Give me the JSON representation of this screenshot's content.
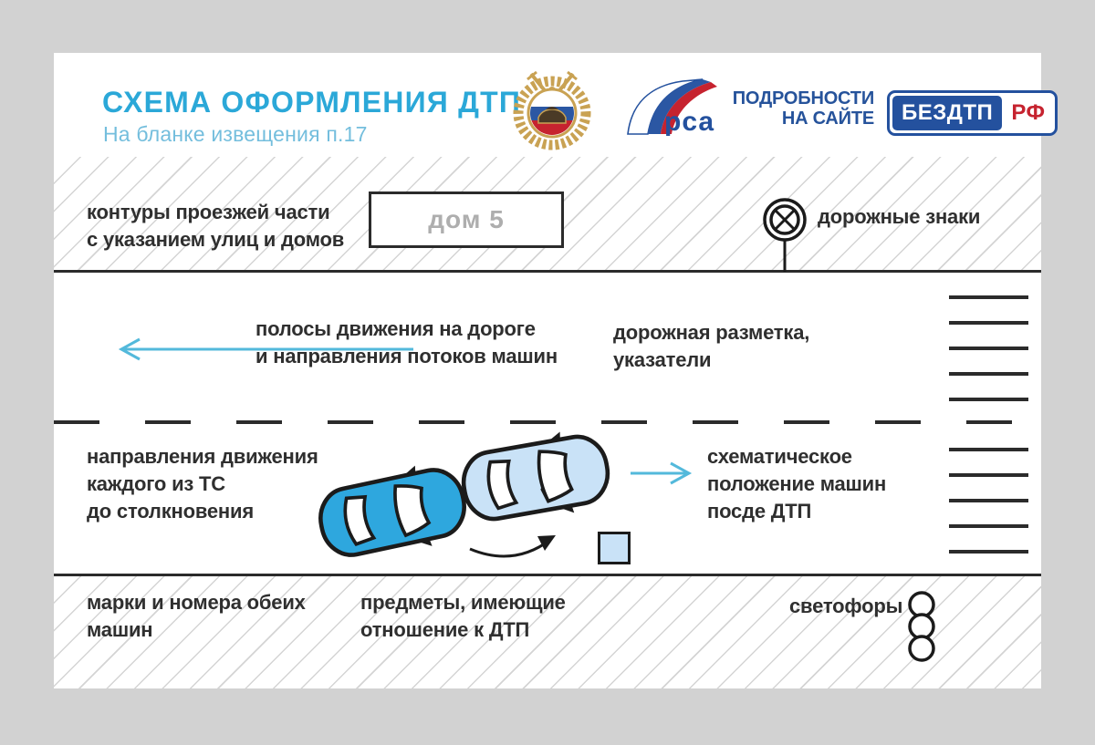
{
  "header": {
    "title": "СХЕМА ОФОРМЛЕНИЯ ДТП",
    "subtitle": "На бланке извещения п.17",
    "details_lines": [
      "ПОДРОБНОСТИ",
      "НА САЙТЕ"
    ],
    "badge": {
      "name": "БЕЗДТП",
      "suffix": "РФ"
    },
    "rsa_text": "рса"
  },
  "annotations": {
    "contours": [
      "контуры проезжей части",
      "с указанием улиц и домов"
    ],
    "house": "дом 5",
    "signs": "дорожные знаки",
    "lanes": [
      "полосы движения на дороге",
      "и направления потоков машин"
    ],
    "markings": [
      "дорожная разметка,",
      "указатели"
    ],
    "directions": [
      "направления движения",
      "каждого из ТС",
      "до столкновения"
    ],
    "position": [
      "схематическое",
      "положение машин",
      "посде ДТП"
    ],
    "brands": [
      "марки и номера обеих",
      "машин"
    ],
    "objects": [
      "предметы, имеющие",
      "отношение к ДТП"
    ],
    "lights": "светофоры"
  },
  "colors": {
    "title_blue": "#2ba8d8",
    "subtitle_blue": "#74bedd",
    "navy": "#24519e",
    "red": "#c6232f",
    "gold": "#c9a253",
    "car_dark": "#2ea7de",
    "car_light": "#c9e2f7",
    "arrow_cyan": "#53b9db",
    "text": "#2f2f2f",
    "page_bg": "#d2d2d2"
  }
}
